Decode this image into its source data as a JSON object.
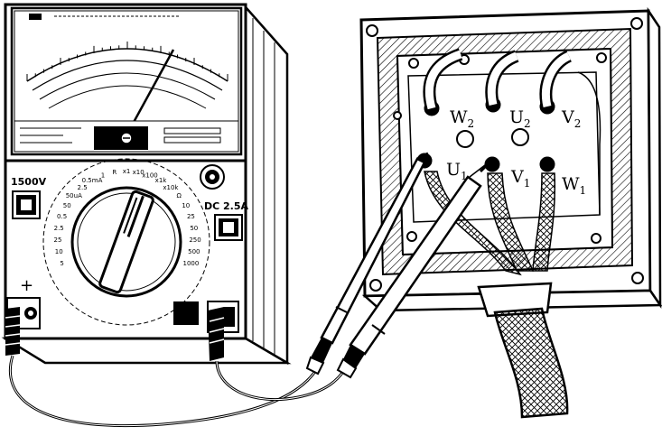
{
  "multimeter": {
    "range_1500v": "1500V",
    "range_dc25a": "DC 2.5A",
    "plus_sign": "+",
    "dial_marks": [
      "5",
      "10",
      "25",
      "2.5",
      "0.5",
      "50",
      "50uA",
      "2.5",
      "0.5mA",
      "1",
      "R",
      "x1",
      "x10",
      "x100",
      "x1k",
      "x10k",
      "Ω",
      "10",
      "25",
      "50",
      "250",
      "500",
      "1000"
    ]
  },
  "terminal_box": {
    "terminals": [
      {
        "main": "W",
        "sub": "2"
      },
      {
        "main": "U",
        "sub": "2"
      },
      {
        "main": "V",
        "sub": "2"
      },
      {
        "main": "U",
        "sub": "1"
      },
      {
        "main": "V",
        "sub": "1"
      },
      {
        "main": "W",
        "sub": "1"
      }
    ]
  },
  "colors": {
    "ink": "#000000",
    "paper": "#ffffff",
    "grey": "#d6d6d6"
  }
}
